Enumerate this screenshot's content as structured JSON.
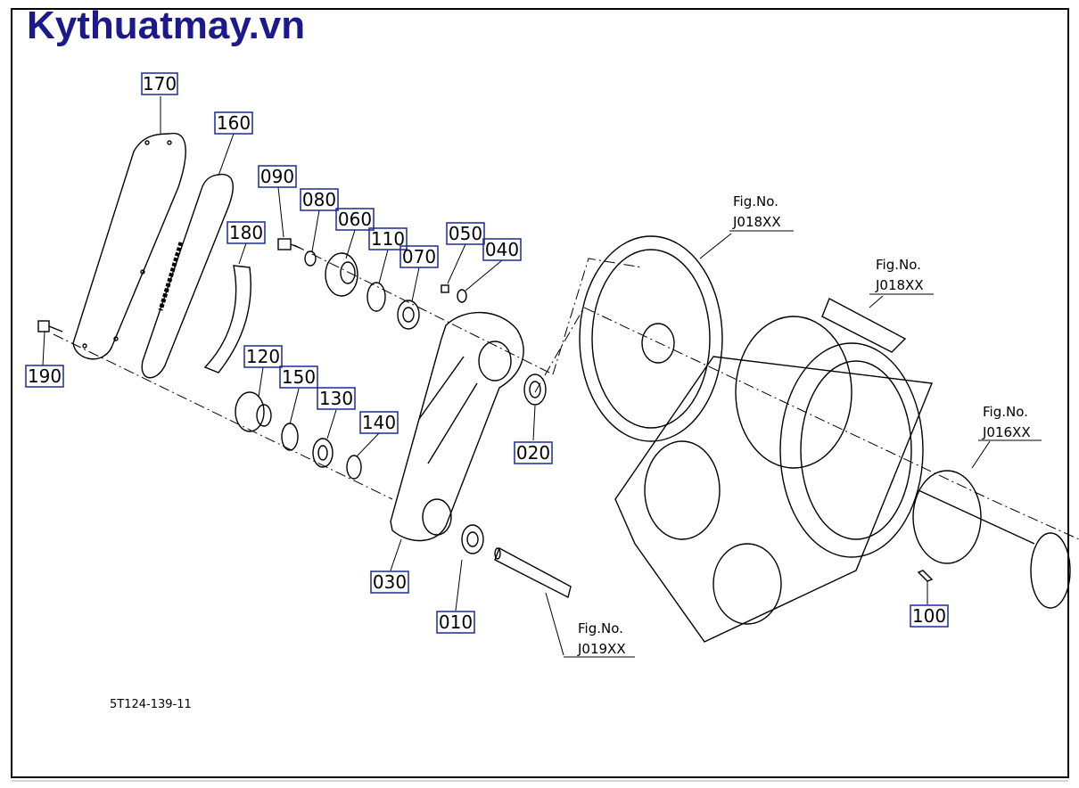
{
  "brand": {
    "text": "Kythuatmay.vn",
    "color": "#1c1a8a"
  },
  "drawing_number": "5T124-139-11",
  "callout_box_color": "#1c2a9a",
  "callouts": [
    {
      "label": "170"
    },
    {
      "label": "160"
    },
    {
      "label": "090"
    },
    {
      "label": "080"
    },
    {
      "label": "060"
    },
    {
      "label": "110"
    },
    {
      "label": "070"
    },
    {
      "label": "050"
    },
    {
      "label": "040"
    },
    {
      "label": "180"
    },
    {
      "label": "190"
    },
    {
      "label": "120"
    },
    {
      "label": "150"
    },
    {
      "label": "130"
    },
    {
      "label": "140"
    },
    {
      "label": "020"
    },
    {
      "label": "030"
    },
    {
      "label": "010"
    },
    {
      "label": "100"
    }
  ],
  "figure_refs": [
    {
      "line1": "Fig.No.",
      "line2": "J018XX"
    },
    {
      "line1": "Fig.No.",
      "line2": "J018XX"
    },
    {
      "line1": "Fig.No.",
      "line2": "J016XX"
    },
    {
      "line1": "Fig.No.",
      "line2": "J019XX"
    }
  ]
}
